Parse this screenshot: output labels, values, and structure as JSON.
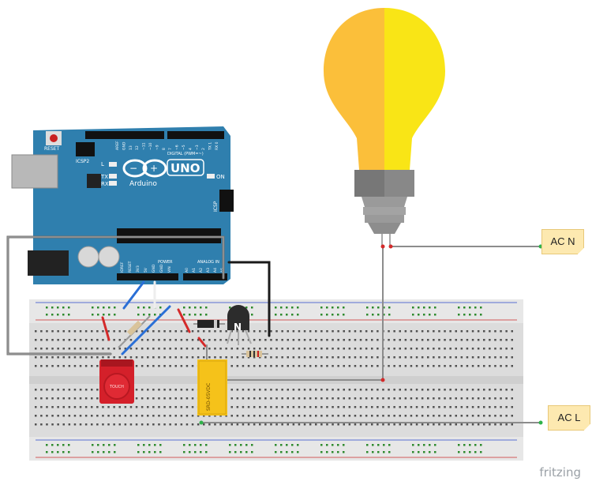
{
  "notes": {
    "ac_n": "AC N",
    "ac_l": "AC L"
  },
  "arduino": {
    "reset_label": "RESET",
    "icsp2_label": "ICSP2",
    "l_label": "L",
    "tx_label": "TX",
    "rx_label": "RX",
    "brand": "Arduino",
    "uno": "UNO",
    "on_label": "ON",
    "icsp_label": "ICSP",
    "digital_label": "DIGITAL (PWM=~)",
    "power_label": "POWER",
    "analog_label": "ANALOG IN",
    "top_pins": [
      "AREF",
      "GND",
      "13",
      "12",
      "~11",
      "~10",
      "~9",
      "8",
      "7",
      "~6",
      "~5",
      "4",
      "~3",
      "2",
      "TX 1",
      "RX 0"
    ],
    "power_pins": [
      "IOREF",
      "RESET",
      "3V3",
      "5V",
      "GND",
      "GND",
      "VIN"
    ],
    "analog_pins": [
      "A0",
      "A1",
      "A2",
      "A3",
      "A4",
      "A5"
    ]
  },
  "touch_sensor": {
    "label": "TOUCH"
  },
  "transistor": {
    "label": "N"
  },
  "relay": {
    "label": "SRD-05VDC"
  },
  "watermark": "fritzing",
  "colors": {
    "arduino": "#2f7fae",
    "wire_blue": "#2a6fd6",
    "wire_red": "#d42a2a",
    "wire_black": "#1a1a1a",
    "wire_gray": "#8c8c8c",
    "bulb_left": "#fbbf3a",
    "bulb_right": "#f9e516"
  }
}
